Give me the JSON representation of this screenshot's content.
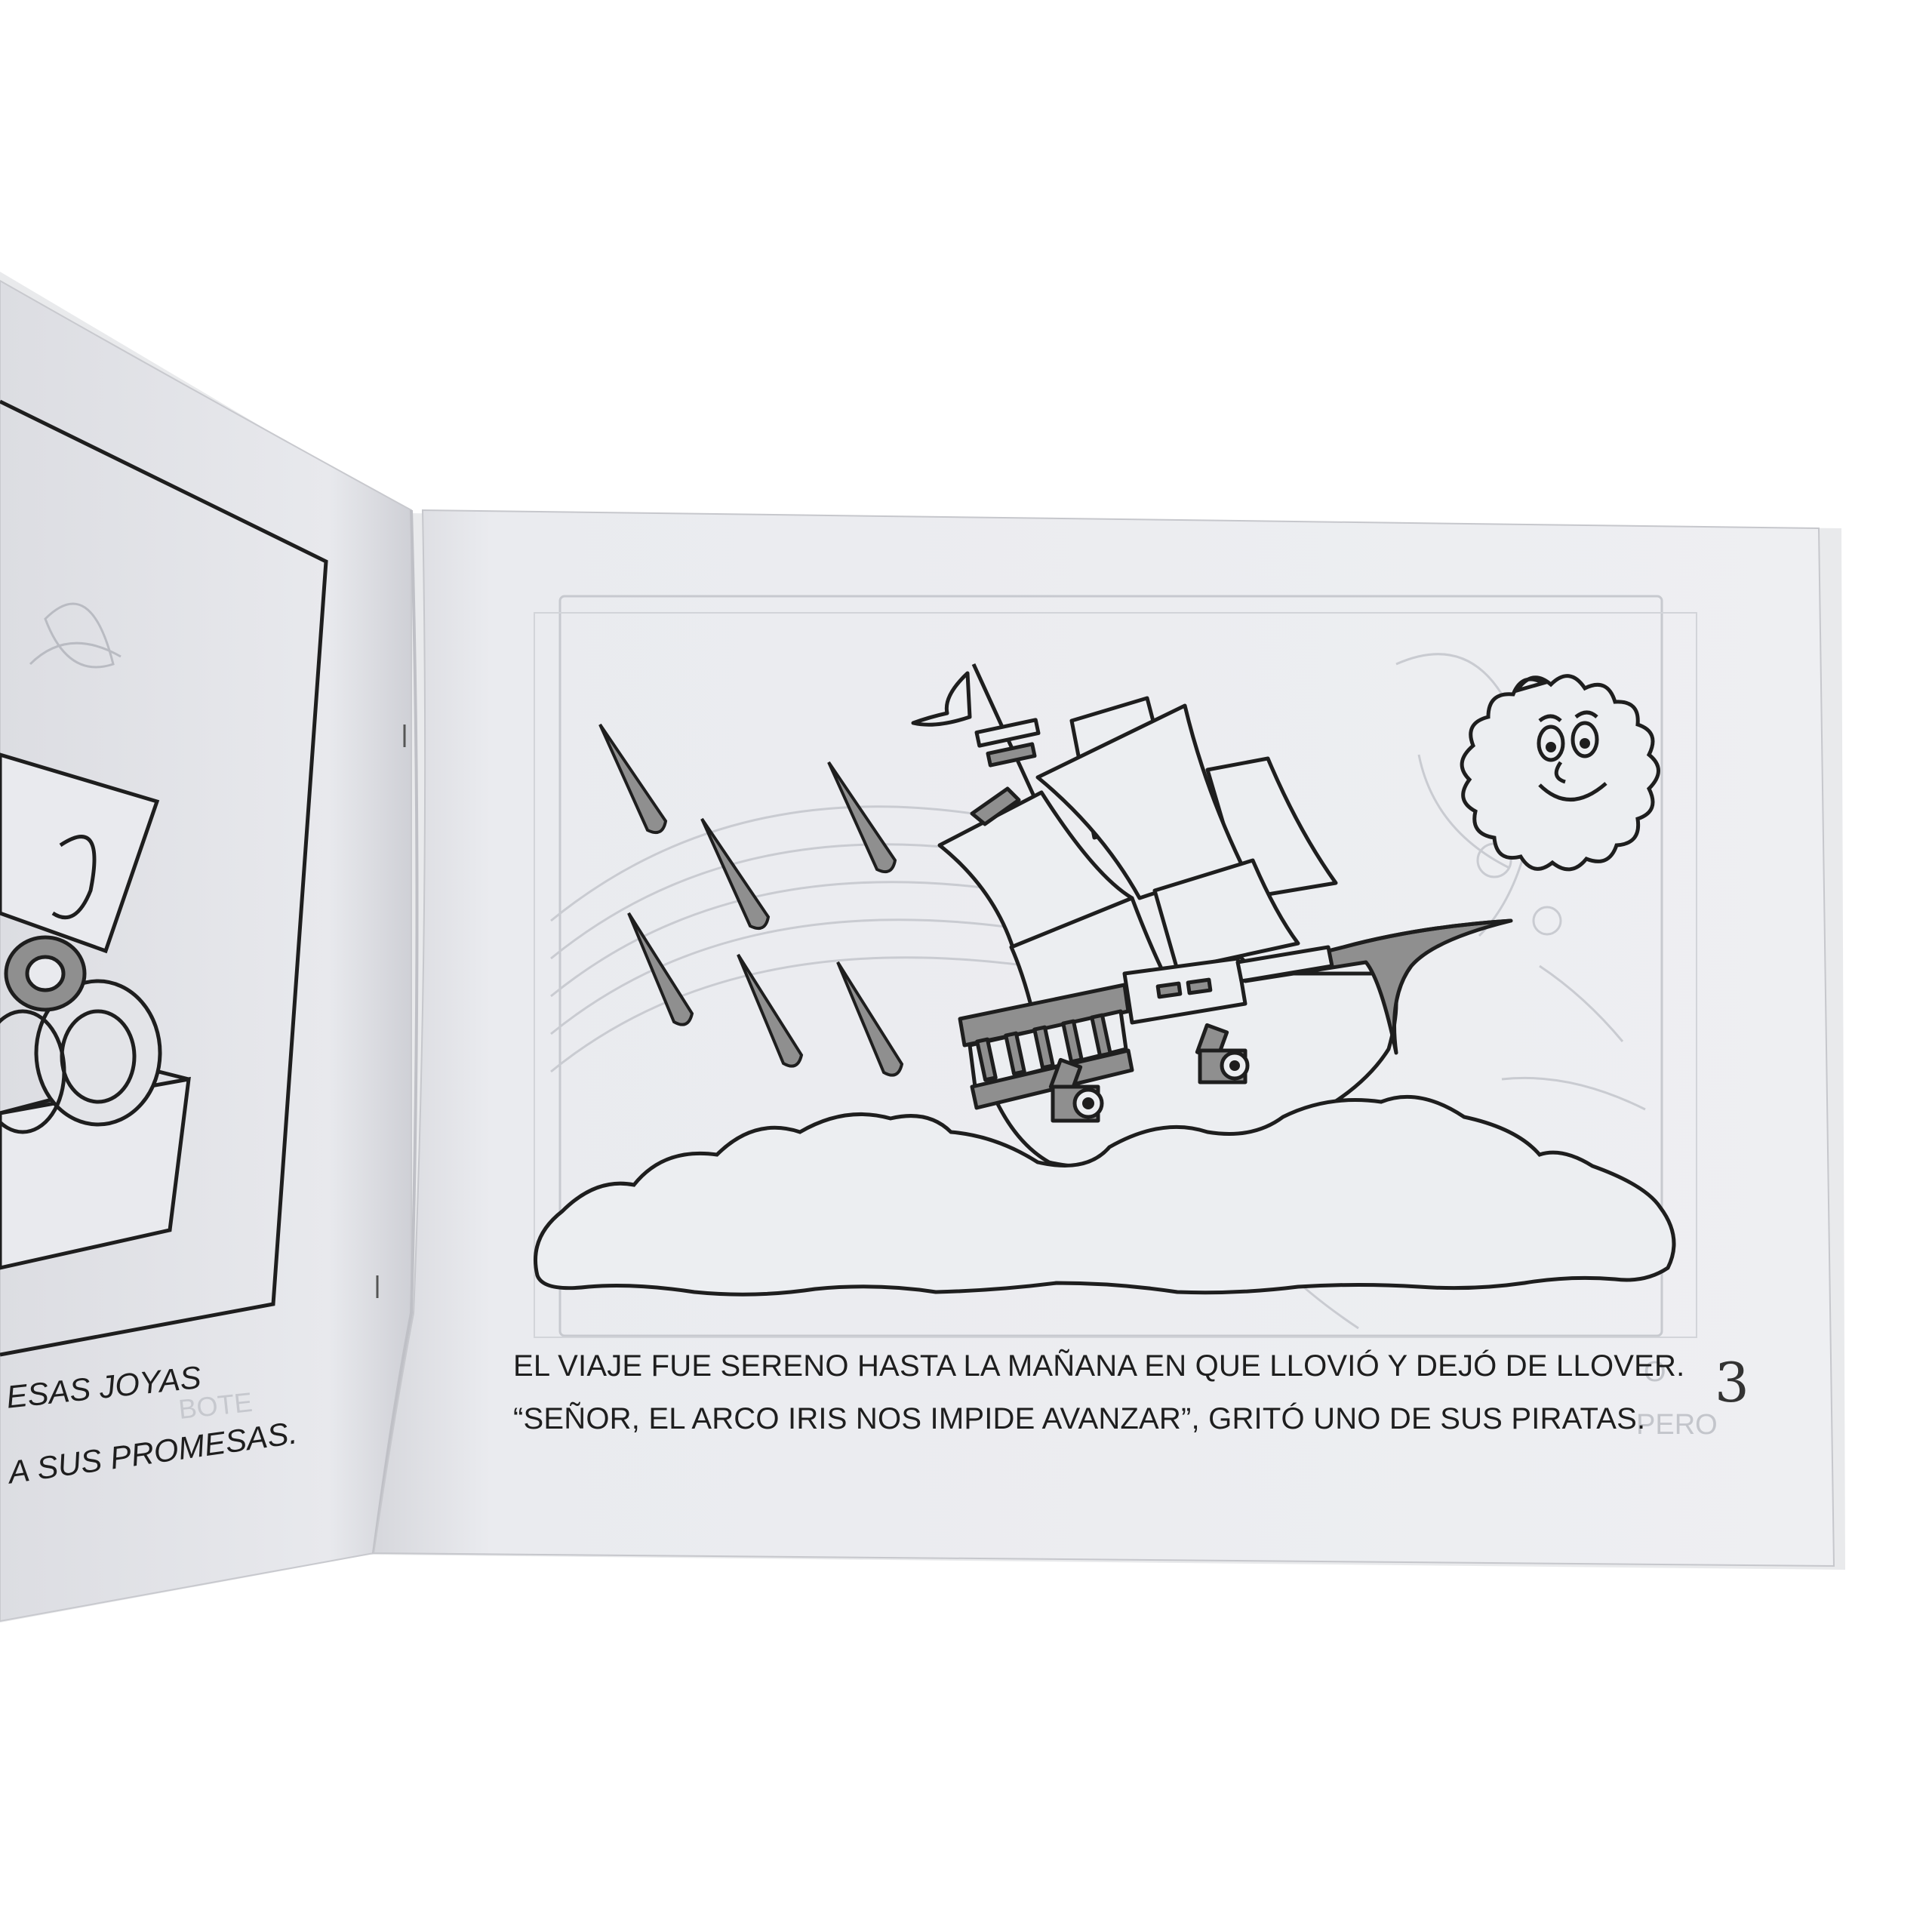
{
  "book": {
    "page_number": "3",
    "caption_lines": [
      "EL VIAJE FUE SERENO HASTA LA MAÑANA EN QUE LLOVIÓ Y DEJÓ DE LLOVER.",
      "“SEÑOR, EL ARCO IRIS NOS IMPIDE AVANZAR”, GRITÓ UNO DE SUS PIRATAS."
    ],
    "left_page_lines": [
      "ESAS JOYAS",
      "A SUS PROMESAS."
    ]
  },
  "illustration": {
    "subject": "pirate ship sailing through rain toward a smiling sun",
    "icons": [
      "ship-icon",
      "sun-face-icon",
      "raindrop-icon",
      "treasure-chest-icon"
    ]
  },
  "colors": {
    "paper": "#e9eaee",
    "paper_shadow": "#cfd1d7",
    "ink": "#1e1e1e",
    "gray_fill": "#8f8f8f"
  }
}
